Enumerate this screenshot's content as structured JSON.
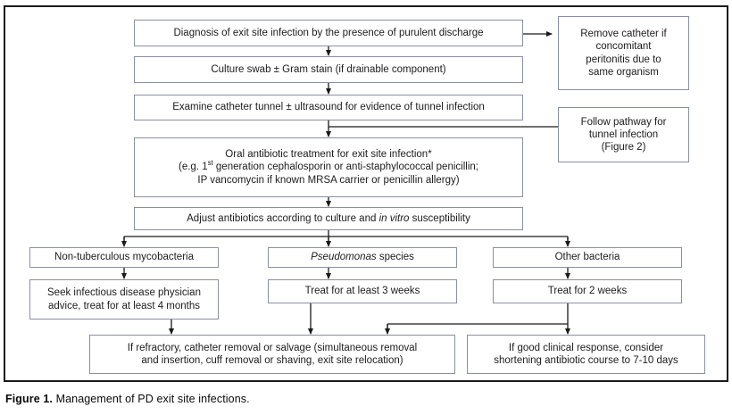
{
  "figure": {
    "caption_label": "Figure 1.",
    "caption_text": " Management of PD exit site infections."
  },
  "colors": {
    "box_border": "#8a8fa3",
    "frame_border": "#1a1a1a",
    "connector": "#1a1a1a",
    "background": "#ffffff",
    "text": "#1c1c1c"
  },
  "chart_data": {
    "type": "diagram",
    "title": "Management of PD exit site infections",
    "nodes": [
      {
        "id": "n1",
        "label": "Diagnosis of exit site infection by the presence of purulent discharge"
      },
      {
        "id": "n2",
        "label": "Culture swab ± Gram stain (if drainable component)"
      },
      {
        "id": "n3",
        "label": "Examine catheter tunnel ± ultrasound for evidence of tunnel infection"
      },
      {
        "id": "n4",
        "label": "Oral antibiotic treatment for exit site infection* (e.g. 1st generation cephalosporin or anti-staphylococcal penicillin; IP vancomycin if known MRSA carrier or penicillin allergy)"
      },
      {
        "id": "n5",
        "label": "Adjust antibiotics according to culture and in vitro susceptibility"
      },
      {
        "id": "n6",
        "label": "Non-tuberculous mycobacteria"
      },
      {
        "id": "n7",
        "label": "Pseudomonas species"
      },
      {
        "id": "n8",
        "label": "Other bacteria"
      },
      {
        "id": "n9",
        "label": "Seek infectious disease physician advice, treat for at least 4 months"
      },
      {
        "id": "n10",
        "label": "Treat for at least 3 weeks"
      },
      {
        "id": "n11",
        "label": "Treat for 2 weeks"
      },
      {
        "id": "n12",
        "label": "If refractory, catheter removal or salvage (simultaneous removal and insertion, cuff removal or shaving, exit site relocation)"
      },
      {
        "id": "n13",
        "label": "If good clinical response, consider shortening antibiotic course to 7-10 days"
      },
      {
        "id": "r1",
        "label": "Remove catheter if concomitant peritonitis due to same organism"
      },
      {
        "id": "r2",
        "label": "Follow pathway for tunnel infection (Figure 2)"
      }
    ],
    "edges": [
      {
        "from": "n1",
        "to": "n2"
      },
      {
        "from": "n1",
        "to": "r1"
      },
      {
        "from": "n2",
        "to": "n3"
      },
      {
        "from": "n3",
        "to": "n4"
      },
      {
        "from": "n3",
        "to": "r2"
      },
      {
        "from": "n4",
        "to": "n5"
      },
      {
        "from": "n5",
        "to": "n6"
      },
      {
        "from": "n5",
        "to": "n7"
      },
      {
        "from": "n5",
        "to": "n8"
      },
      {
        "from": "n6",
        "to": "n9"
      },
      {
        "from": "n7",
        "to": "n10"
      },
      {
        "from": "n8",
        "to": "n11"
      },
      {
        "from": "n9",
        "to": "n12"
      },
      {
        "from": "n10",
        "to": "n12"
      },
      {
        "from": "n11",
        "to": "n12"
      },
      {
        "from": "n11",
        "to": "n13"
      }
    ]
  },
  "nodes": {
    "n1": {
      "line1": "Diagnosis of exit site infection by the presence of purulent discharge"
    },
    "n2": {
      "line1": "Culture swab ± Gram stain (if drainable component)"
    },
    "n3": {
      "line1": "Examine catheter tunnel ± ultrasound for evidence of tunnel infection"
    },
    "n4": {
      "line1": "Oral antibiotic treatment for exit site infection*",
      "line2a": "(e.g. 1",
      "line2sup": "st",
      "line2b": " generation cephalosporin or anti-staphylococcal penicillin;",
      "line3": "IP vancomycin if known MRSA carrier or penicillin allergy)"
    },
    "n5": {
      "pre": "Adjust antibiotics according to culture and ",
      "italic": "in vitro",
      "post": " susceptibility"
    },
    "n6": {
      "line1": "Non-tuberculous mycobacteria"
    },
    "n7": {
      "italic": "Pseudomonas",
      "post": " species"
    },
    "n8": {
      "line1": "Other bacteria"
    },
    "n9": {
      "line1": "Seek infectious disease physician",
      "line2": "advice, treat for at least 4 months"
    },
    "n10": {
      "line1": "Treat for at least 3 weeks"
    },
    "n11": {
      "line1": "Treat for 2 weeks"
    },
    "n12": {
      "line1": "If refractory, catheter removal or salvage (simultaneous removal",
      "line2": "and insertion, cuff removal or shaving, exit site relocation)"
    },
    "n13": {
      "line1": "If good clinical response, consider",
      "line2": "shortening antibiotic course to 7-10 days"
    },
    "r1": {
      "line1": "Remove catheter if",
      "line2": "concomitant",
      "line3": "peritonitis due to",
      "line4": "same organism"
    },
    "r2": {
      "line1": "Follow pathway for",
      "line2": "tunnel infection",
      "line3": "(Figure 2)"
    }
  }
}
